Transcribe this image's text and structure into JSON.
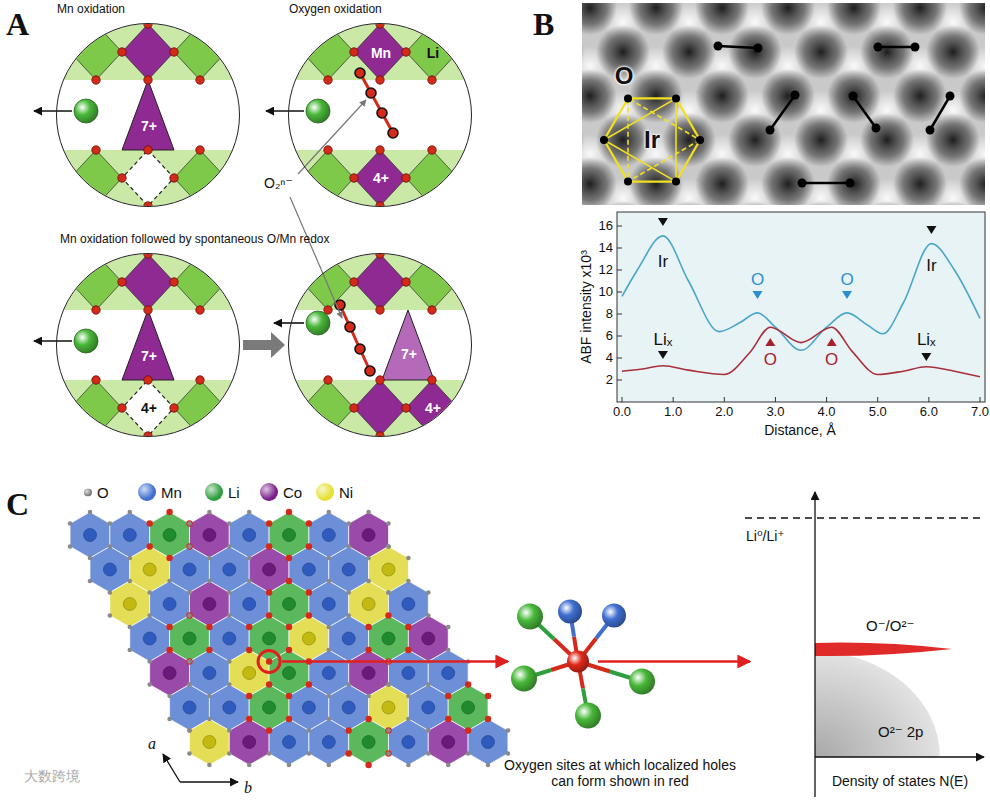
{
  "diagram": {
    "nodes": [
      {
        "text": [
          "Mn oxidation",
          "7+"
        ]
      },
      {
        "text": [
          "Oxygen oxidation",
          "Mn",
          "Li",
          "4+"
        ]
      },
      {
        "text": [
          "7+",
          "4+"
        ]
      },
      {
        "text": [
          "7+",
          "4+"
        ]
      }
    ],
    "edges": [
      {
        "from": 2,
        "to": 3,
        "arrow": "to"
      }
    ],
    "labels": [
      "A",
      "Mn oxidation followed by spontaneous O/Mn redox",
      "O₂ⁿ⁻",
      "B",
      "O",
      "Ir",
      "ABF intensity x10³",
      "16",
      "14",
      "12",
      "10",
      "8",
      "6",
      "4",
      "2",
      "0.0",
      "1.0",
      "2.0",
      "3.0",
      "4.0",
      "5.0",
      "6.0",
      "7.0",
      "Distance, Å",
      "Ir",
      "O",
      "O",
      "Ir",
      "Liₓ",
      "O",
      "O",
      "Liₓ",
      "C",
      "a",
      "b",
      "Oxygen sites at which localized holes can form shown in red",
      "Li⁰/Li⁺",
      "O⁻/O²⁻",
      "O²⁻ 2p",
      "Density of states N(E)",
      "大数跨境"
    ],
    "legend": [
      {
        "text": "O",
        "color": "#7f7f7f"
      },
      {
        "text": "Mn",
        "color": "#3f6fd1"
      },
      {
        "text": "Li",
        "color": "#2e9e3e"
      },
      {
        "text": "Co",
        "color": "#7b1f8a"
      },
      {
        "text": "Ni",
        "color": "#e6e033"
      }
    ]
  }
}
